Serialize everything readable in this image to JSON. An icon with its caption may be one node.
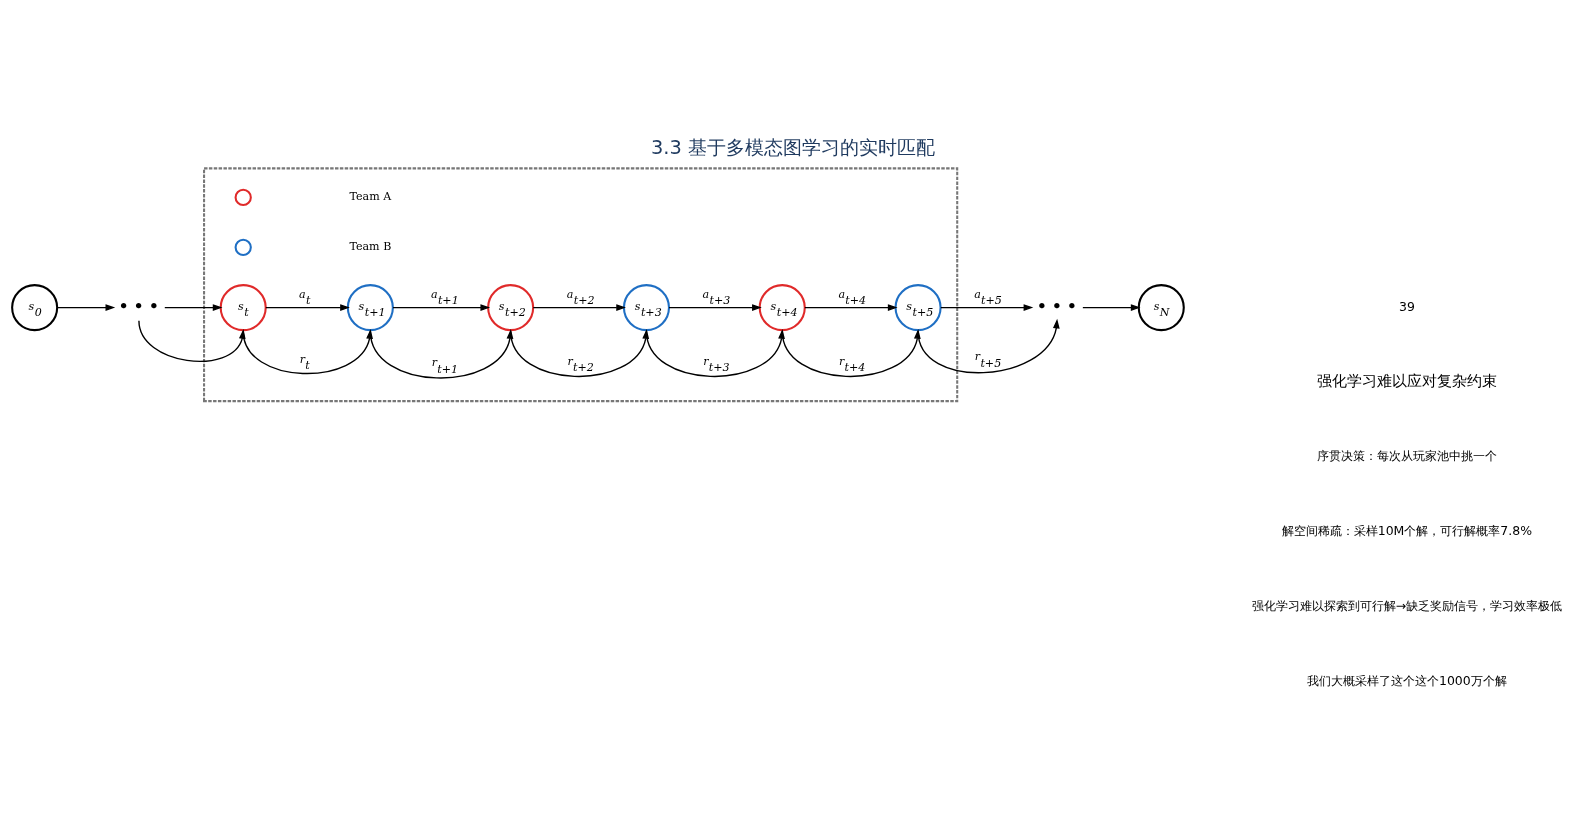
{
  "diagram": {
    "title": "3.3 基于多模态图学习的实时匹配",
    "nodes": [
      {
        "text": [
          "s$_{0}$"
        ]
      },
      {
        "text": [
          "• • •"
        ]
      },
      {
        "text": [],
        "shape": "box"
      },
      {
        "text": [
          "s$_{t}$"
        ],
        "in": 2
      },
      {
        "text": [
          "s$_{t+1}$"
        ],
        "in": 2
      },
      {
        "text": [
          "s$_{t+2}$"
        ],
        "in": 2
      },
      {
        "text": [
          "s$_{t+3}$"
        ],
        "in": 2
      },
      {
        "text": [
          "s$_{t+4}$"
        ],
        "in": 2
      },
      {
        "text": [
          "s$_{t+5}$"
        ],
        "in": 2
      },
      {
        "text": [
          "• • •"
        ]
      },
      {
        "text": [
          "s$_{N}$"
        ]
      }
    ],
    "edges": [
      {
        "from": 0,
        "to": 1,
        "arrow": "to"
      },
      {
        "from": 1,
        "to": 3,
        "arrow": "to"
      },
      {
        "from": 1,
        "to": 3,
        "arrow": "to"
      },
      {
        "from": 3,
        "to": 4,
        "arrow": "to",
        "label": "a$_{t}$"
      },
      {
        "from": 3,
        "to": 4,
        "arrow": "to",
        "label": "r$_{t}$"
      },
      {
        "from": 4,
        "to": 5,
        "arrow": "to",
        "label": "a$_{t+1}$"
      },
      {
        "from": 4,
        "to": 5,
        "arrow": "to",
        "label": "r$_{t+1}$"
      },
      {
        "from": 5,
        "to": 6,
        "arrow": "to",
        "label": "a$_{t+2}$"
      },
      {
        "from": 5,
        "to": 6,
        "arrow": "to",
        "label": "r$_{t+2}$"
      },
      {
        "from": 6,
        "to": 7,
        "arrow": "to",
        "label": "a$_{t+3}$"
      },
      {
        "from": 6,
        "to": 7,
        "arrow": "to",
        "label": "r$_{t+3}$"
      },
      {
        "from": 7,
        "to": 8,
        "arrow": "to",
        "label": "a$_{t+4}$"
      },
      {
        "from": 7,
        "to": 8,
        "arrow": "to",
        "label": "r$_{t+4}$"
      },
      {
        "from": 8,
        "to": 9,
        "arrow": "to",
        "label": "a$_{t+5}$"
      },
      {
        "from": 8,
        "to": 9,
        "arrow": "to",
        "label": "r$_{t+5}$"
      },
      {
        "from": 9,
        "to": 10,
        "arrow": "to"
      }
    ],
    "labels": [
      "39",
      "强化学习难以应对复杂约束",
      "序贯决策：每次从玩家池中挑一个",
      "解空间稀疏：采样10M个解，可行解概率7.8%",
      "强化学习难以探索到可行解→缺乏奖励信号，学习效率极低",
      "我们大概采样了这个这个1000万个解"
    ],
    "legend": [
      {
        "text": "Team A"
      },
      {
        "text": "Team B"
      }
    ]
  }
}
